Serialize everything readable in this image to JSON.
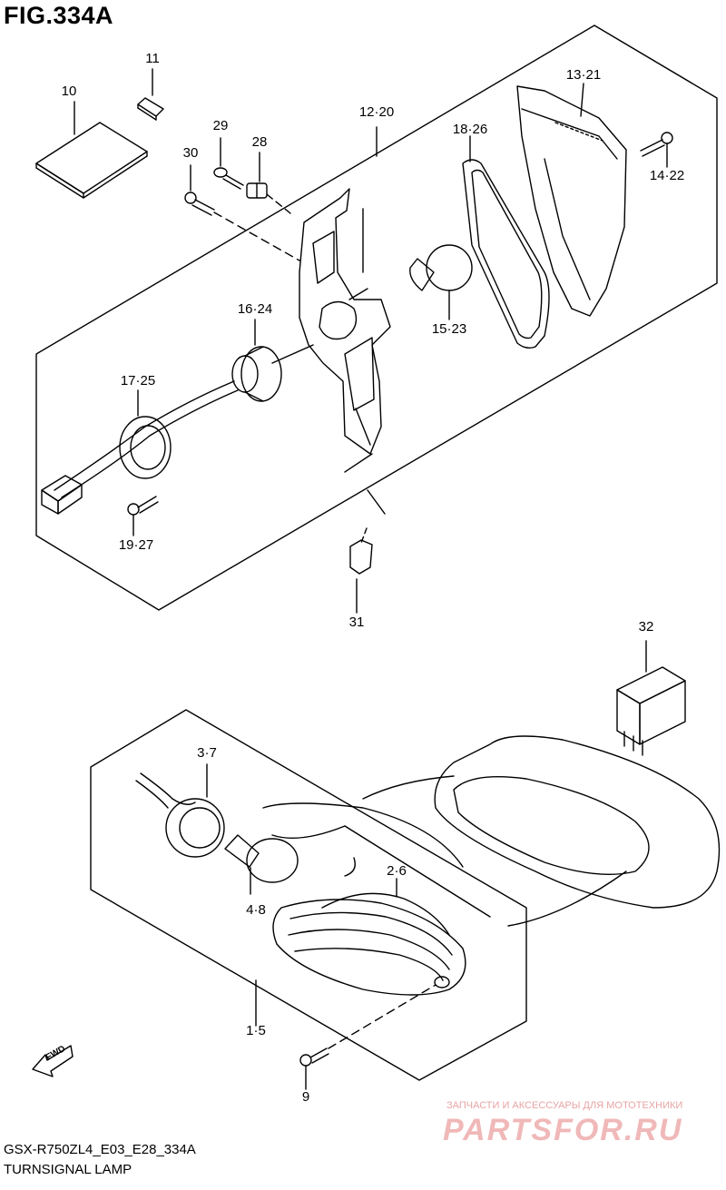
{
  "figure_title": "FIG.334A",
  "callouts": {
    "c10": "10",
    "c11": "11",
    "c29": "29",
    "c28": "28",
    "c30": "30",
    "c12_20": "12·20",
    "c18_26": "18·26",
    "c13_21": "13·21",
    "c14_22": "14·22",
    "c16_24": "16·24",
    "c15_23": "15·23",
    "c17_25": "17·25",
    "c19_27": "19·27",
    "c31": "31",
    "c32": "32",
    "c3_7": "3·7",
    "c2_6": "2·6",
    "c4_8": "4·8",
    "c1_5": "1·5",
    "c9": "9"
  },
  "fwd_label": "FWD",
  "footer": {
    "model_code": "GSX-R750ZL4_E03_E28_334A",
    "section_name": "TURNSIGNAL LAMP"
  },
  "watermark": {
    "tagline": "ЗАПЧАСТИ И АКСЕССУАРЫ ДЛЯ МОТОТЕХНИКИ",
    "brand": "PARTSFOR.RU"
  }
}
